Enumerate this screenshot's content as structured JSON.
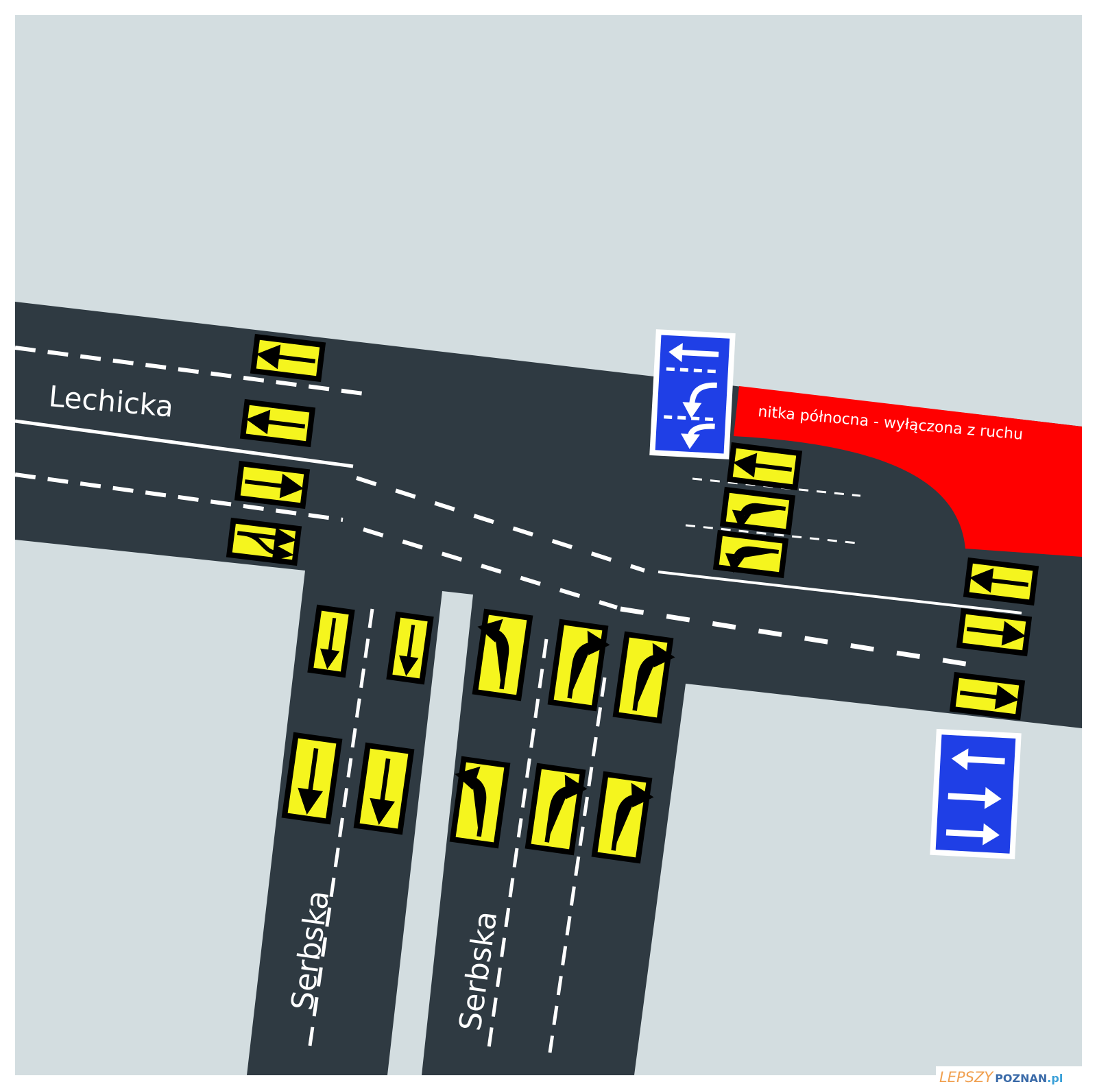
{
  "streets": {
    "west": "Lechicka",
    "south_1": "Serbska",
    "south_2": "Serbska"
  },
  "closure_note": "nitka północna - wyłączona z ruchu",
  "watermark": {
    "part1": "LEPSZY",
    "part2": "POZNAN",
    "part3": ".pl"
  },
  "colors": {
    "background": "#d3dde0",
    "road": "#2f3a42",
    "closed_lane": "#ff0000",
    "lane_sign": "#f5f51e",
    "info_sign": "#1f3fe6"
  },
  "lane_signs": [
    {
      "group": "lechicka-west",
      "arrow": "left"
    },
    {
      "group": "lechicka-west",
      "arrow": "left"
    },
    {
      "group": "lechicka-west",
      "arrow": "right"
    },
    {
      "group": "lechicka-west",
      "arrow": "right-fork"
    },
    {
      "group": "lechicka-east",
      "arrow": "left"
    },
    {
      "group": "lechicka-east",
      "arrow": "left-turn-down"
    },
    {
      "group": "lechicka-east",
      "arrow": "left-turn-down"
    },
    {
      "group": "lechicka-east",
      "arrow": "left"
    },
    {
      "group": "lechicka-east",
      "arrow": "right"
    },
    {
      "group": "lechicka-east",
      "arrow": "right"
    },
    {
      "group": "serbska-out",
      "arrow": "down"
    },
    {
      "group": "serbska-out",
      "arrow": "down"
    },
    {
      "group": "serbska-out",
      "arrow": "down"
    },
    {
      "group": "serbska-out",
      "arrow": "down"
    },
    {
      "group": "serbska-in",
      "arrow": "turn-left"
    },
    {
      "group": "serbska-in",
      "arrow": "turn-right"
    },
    {
      "group": "serbska-in",
      "arrow": "turn-right"
    },
    {
      "group": "serbska-in",
      "arrow": "turn-left"
    },
    {
      "group": "serbska-in",
      "arrow": "turn-right"
    },
    {
      "group": "serbska-in",
      "arrow": "turn-right"
    }
  ]
}
